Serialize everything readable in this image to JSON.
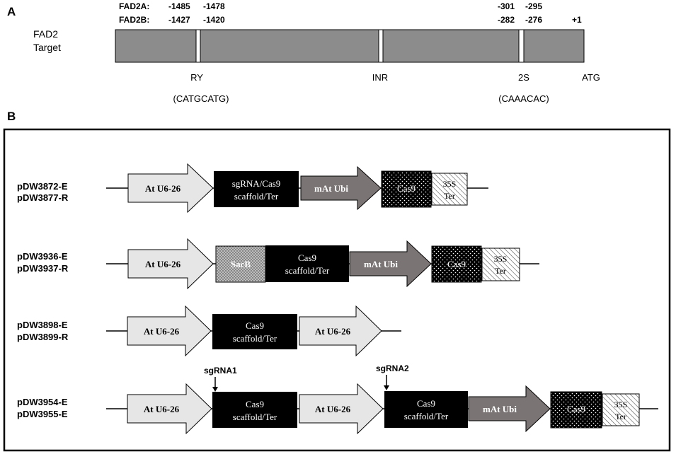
{
  "panel_a": {
    "panel_label": "A",
    "row_fad2a_label": "FAD2A:",
    "row_fad2b_label": "FAD2B:",
    "target_label_line1": "FAD2",
    "target_label_line2": "Target",
    "fad2a_positions": [
      "-1485",
      "-1478",
      "-301",
      "-295"
    ],
    "fad2b_positions": [
      "-1427",
      "-1420",
      "-282",
      "-276"
    ],
    "plus_one": "+1",
    "features": [
      {
        "name": "RY",
        "sequence": "(CATGCATG)"
      },
      {
        "name": "INR",
        "sequence": ""
      },
      {
        "name": "2S",
        "sequence": "(CAAACAC)"
      },
      {
        "name": "ATG",
        "sequence": ""
      }
    ]
  },
  "panel_b": {
    "panel_label": "B",
    "constructs": [
      {
        "names": [
          "pDW3872-E",
          "pDW3877-R"
        ],
        "elements": [
          "At U6-26",
          "sgRNA/Cas9",
          "scaffold/Ter",
          "mAt Ubi",
          "Cas9",
          "35S",
          "Ter"
        ]
      },
      {
        "names": [
          "pDW3936-E",
          "pDW3937-R"
        ],
        "elements": [
          "At U6-26",
          "SacB",
          "Cas9",
          "scaffold/Ter",
          "mAt Ubi",
          "Cas9",
          "35S",
          "Ter"
        ]
      },
      {
        "names": [
          "pDW3898-E",
          "pDW3899-R"
        ],
        "elements": [
          "At U6-26",
          "Cas9",
          "scaffold/Ter",
          "At U6-26"
        ]
      },
      {
        "names": [
          "pDW3954-E",
          "pDW3955-E"
        ],
        "sgrna_labels": [
          "sgRNA1",
          "sgRNA2"
        ],
        "elements": [
          "At U6-26",
          "Cas9",
          "scaffold/Ter",
          "At U6-26",
          "Cas9",
          "scaffold/Ter",
          "mAt Ubi",
          "Cas9",
          "35S",
          "Ter"
        ]
      }
    ]
  },
  "colors": {
    "promoter_fill": "#e6e6e6",
    "scaffold_fill": "#000000",
    "ubi_fill": "#7a7474",
    "target_bar_fill": "#8c8c8c"
  }
}
